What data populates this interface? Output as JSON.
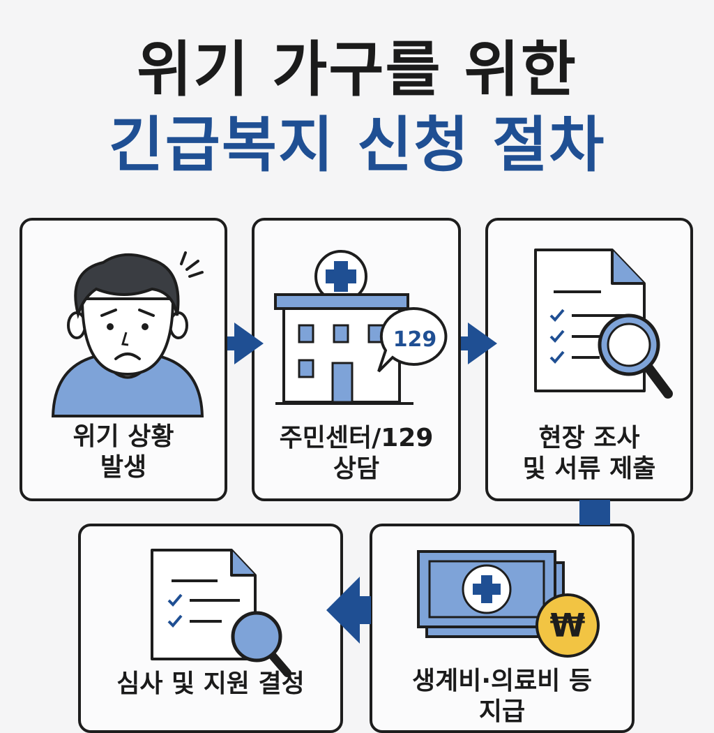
{
  "title_line1": "위기 가구를 위한",
  "title_line2": "긴급복지 신청 절차",
  "colors": {
    "accent_blue": "#1f4f93",
    "light_blue": "#7ea3d8",
    "coin_yellow": "#f2c443",
    "ink": "#1d1d1d"
  },
  "steps": [
    {
      "line1": "위기 상황",
      "line2": "발생",
      "icon": "worried-person-icon"
    },
    {
      "line1": "주민센터/129",
      "line2": "상담",
      "icon": "hospital-building-icon",
      "badge": "129"
    },
    {
      "line1": "현장 조사",
      "line2": "및 서류 제출",
      "icon": "document-search-icon"
    },
    {
      "line1": "생계비·의료비 등",
      "line2": "지급",
      "icon": "money-medical-icon",
      "coin": "₩"
    },
    {
      "line1": "심사 및 지원 결정",
      "line2": "",
      "icon": "document-review-icon"
    }
  ]
}
